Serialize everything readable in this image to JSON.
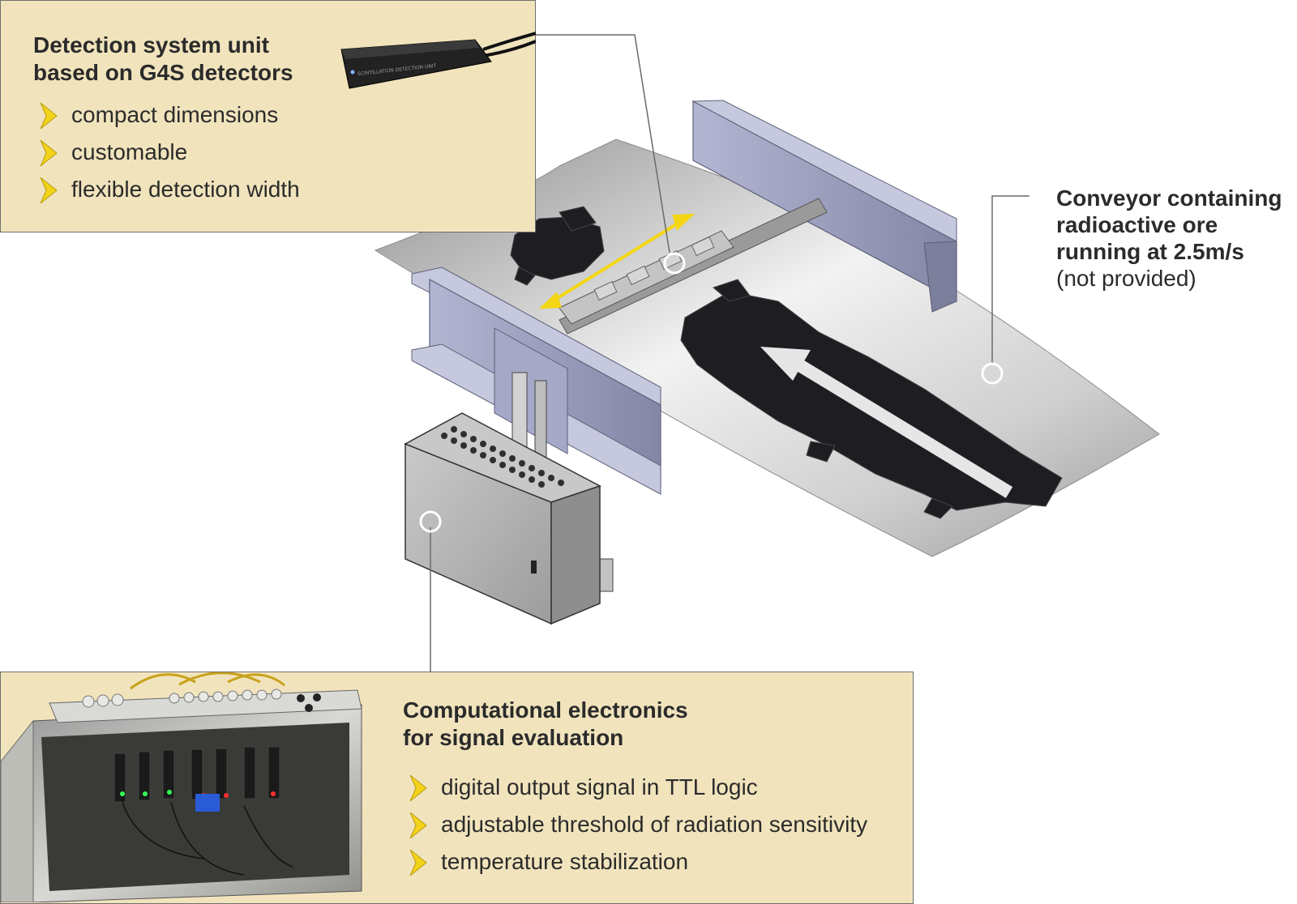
{
  "detection_panel": {
    "title_lines": [
      "Detection system unit",
      "based on G4S detectors"
    ],
    "features": [
      "compact dimensions",
      "customable",
      "flexible detection width"
    ],
    "device_label": "SCINTILLATION DETECTION UNIT"
  },
  "conveyor_callout": {
    "lines": [
      "Conveyor containing",
      "radioactive ore",
      "running at 2.5m/s"
    ],
    "note": "(not provided)"
  },
  "electronics_panel": {
    "title_lines": [
      "Computational electronics",
      "for signal evaluation"
    ],
    "features": [
      "digital output signal in TTL logic",
      "adjustable threshold of radiation sensitivity",
      "temperature stabilization"
    ]
  },
  "colors": {
    "panel_fill": "#f1e4bd",
    "panel_border": "#6f6f6f",
    "chevron": "#f3d21a",
    "arrow_yellow": "#f4d614",
    "ore": "#1e1e22",
    "steel_frame": "#9a9dbb"
  },
  "icons": [
    "chevron-right-icon",
    "callout-circle-icon",
    "double-arrow-icon",
    "flow-arrow-icon"
  ]
}
